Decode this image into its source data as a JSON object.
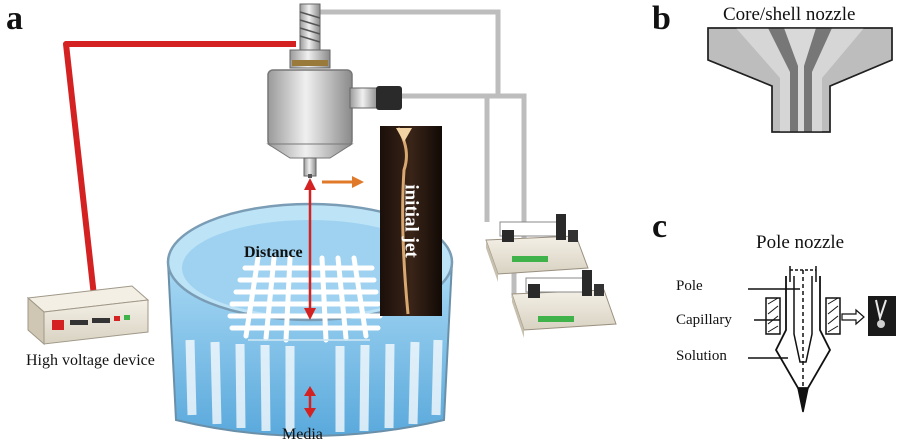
{
  "panels": {
    "a": "a",
    "b": "b",
    "c": "c"
  },
  "panel_a": {
    "distance_label": "Distance",
    "jet_label": "initial jet",
    "device_label": "High voltage device",
    "media_label": "Media"
  },
  "panel_b": {
    "title": "Core/shell nozzle"
  },
  "panel_c": {
    "title": "Pole nozzle",
    "pole_label": "Pole",
    "capillary_label": "Capillary",
    "solution_label": "Solution"
  },
  "colors": {
    "wire_red": "#d42222",
    "arrow_orange": "#e07a2a",
    "bath_blue": "#7fc3ea",
    "tube_gray": "#bdbdbd",
    "accent_green": "#3fb34a"
  }
}
